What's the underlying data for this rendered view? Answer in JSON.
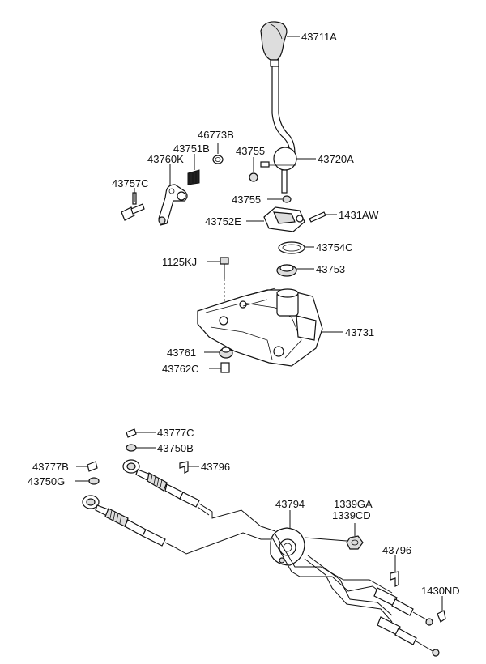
{
  "parts": {
    "p43711A": "43711A",
    "p43720A": "43720A",
    "p46773B": "46773B",
    "p43751B": "43751B",
    "p43755a": "43755",
    "p43760K": "43760K",
    "p43757C": "43757C",
    "p43755b": "43755",
    "p1431AW": "1431AW",
    "p43752E": "43752E",
    "p43754C": "43754C",
    "p1125KJ": "1125KJ",
    "p43753": "43753",
    "p43731": "43731",
    "p43761": "43761",
    "p43762C": "43762C",
    "p43777C": "43777C",
    "p43750B": "43750B",
    "p43777B": "43777B",
    "p43796a": "43796",
    "p43750G": "43750G",
    "p43794": "43794",
    "p1339GA": "1339GA",
    "p1339CD": "1339CD",
    "p43796b": "43796",
    "p1430ND": "1430ND"
  }
}
